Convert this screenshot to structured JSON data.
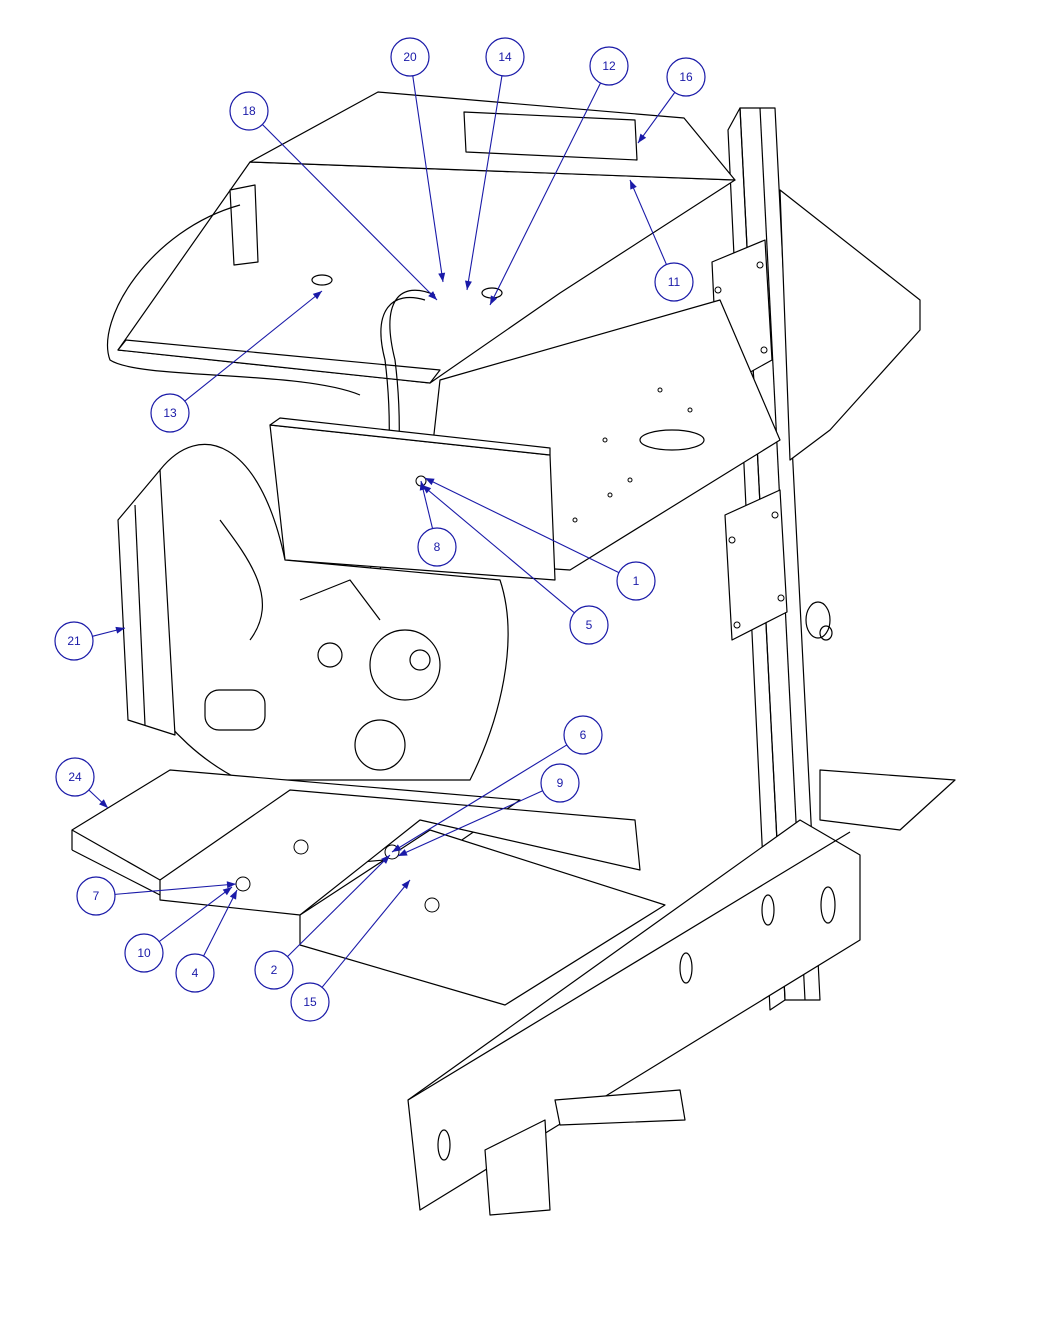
{
  "diagram": {
    "type": "exploded-assembly-drawing",
    "callouts": [
      "20",
      "14",
      "12",
      "16",
      "18",
      "11",
      "13",
      "8",
      "1",
      "5",
      "21",
      "6",
      "9",
      "24",
      "7",
      "10",
      "4",
      "2",
      "15"
    ],
    "colors": {
      "callout": "#1a1aa8",
      "line": "#000000",
      "background": "#ffffff"
    }
  }
}
